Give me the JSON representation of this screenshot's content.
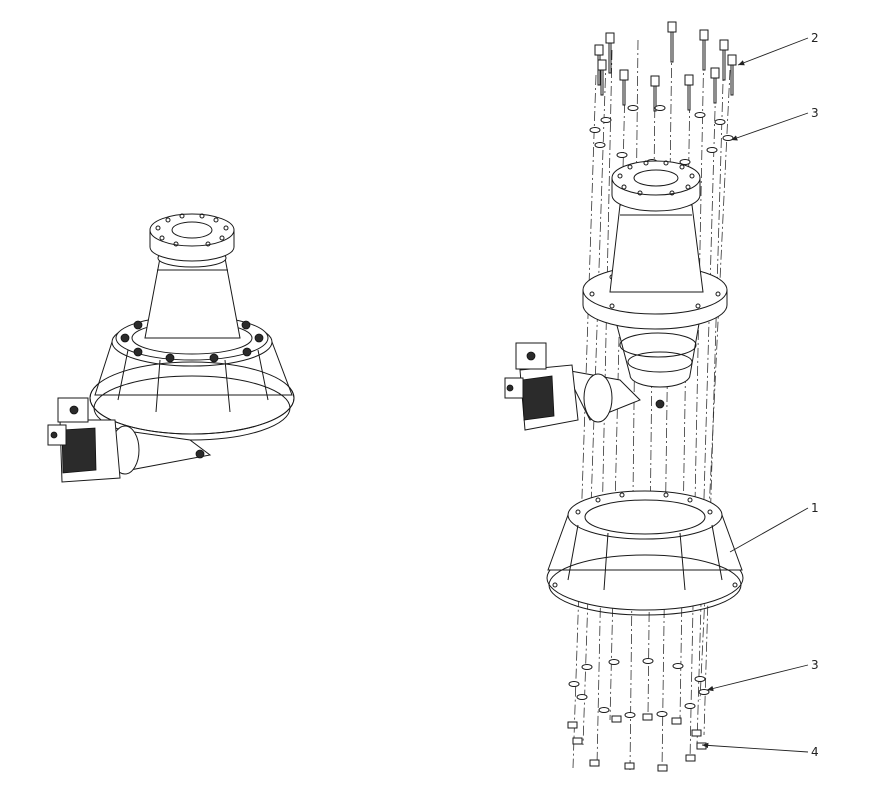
{
  "callouts": [
    {
      "id": "callout-2",
      "label": "2"
    },
    {
      "id": "callout-3-top",
      "label": "3"
    },
    {
      "id": "callout-1",
      "label": "1"
    },
    {
      "id": "callout-3-bottom",
      "label": "3"
    },
    {
      "id": "callout-4",
      "label": "4"
    }
  ]
}
